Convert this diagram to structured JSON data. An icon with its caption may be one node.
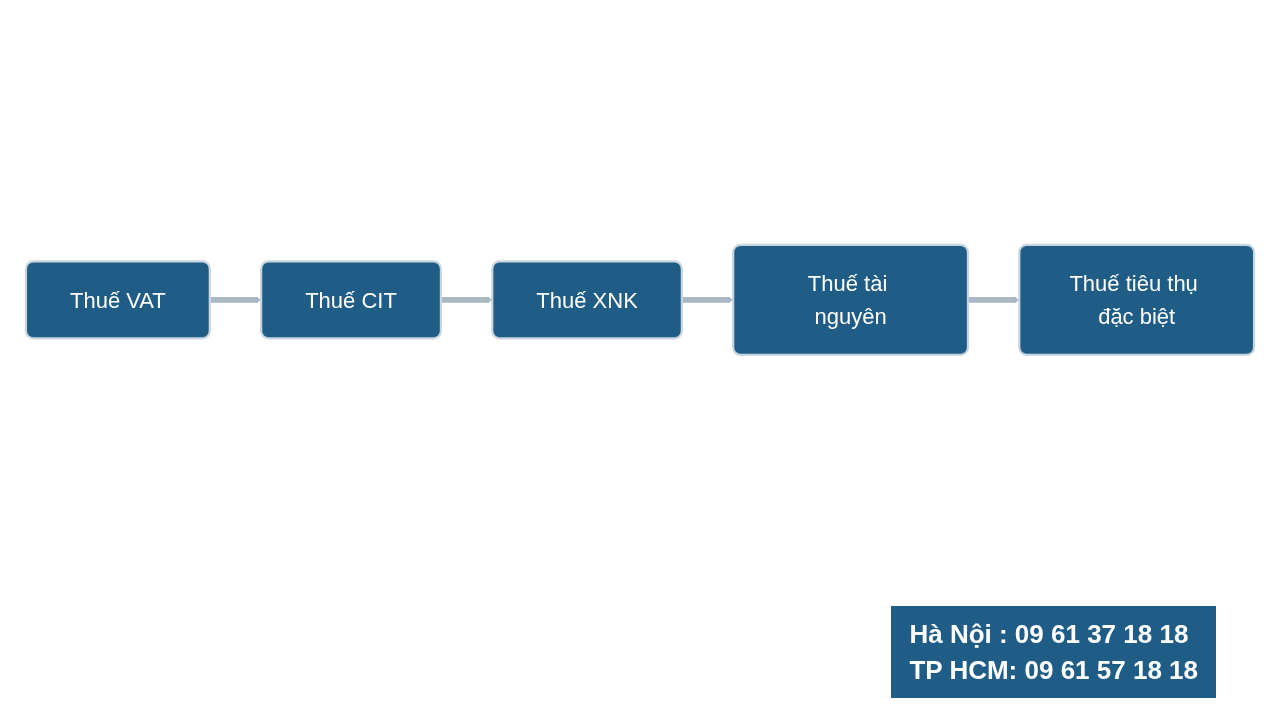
{
  "diagram": {
    "nodes": [
      {
        "text": [
          "Thuế VAT"
        ]
      },
      {
        "text": [
          "Thuế CIT"
        ]
      },
      {
        "text": [
          "Thuế XNK"
        ]
      },
      {
        "text": [
          "Thuế tiêu thụ đặc biệt"
        ]
      },
      {
        "text": [
          "Thuế tài nguyên"
        ]
      }
    ],
    "edges": [
      {
        "from": 0,
        "to": 1,
        "arrow": "to"
      },
      {
        "from": 1,
        "to": 2,
        "arrow": "to"
      },
      {
        "from": 2,
        "to": 4,
        "arrow": "to"
      },
      {
        "from": 4,
        "to": 3,
        "arrow": "to"
      }
    ],
    "labels": [
      "Hà Nội : 09 61 37 18 18",
      "TP HCM: 09 61 57 18 18"
    ]
  }
}
